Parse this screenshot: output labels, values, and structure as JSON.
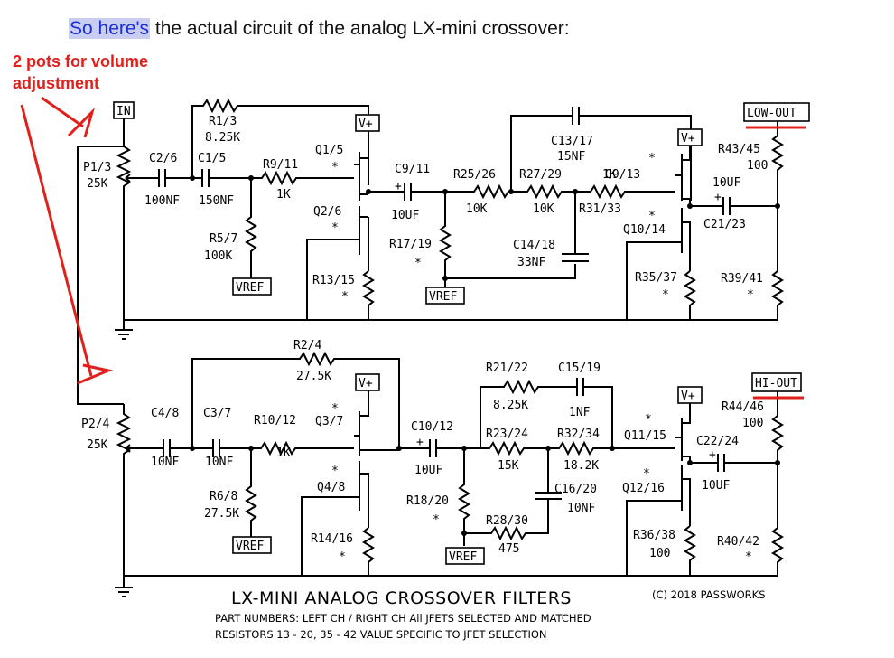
{
  "intro": {
    "highlight": "So here's",
    "rest": " the actual circuit of the analog LX-mini crossover:"
  },
  "annotation": {
    "line1": "2 pots for volume",
    "line2": "adjustment",
    "color": "#e0201b"
  },
  "colors": {
    "highlight_bg": "#c9cdf2",
    "highlight_text": "#1a2fd6",
    "annotation": "#e0201b"
  },
  "schematic": {
    "top": {
      "in": "IN",
      "vplus": "V+",
      "vref": "VREF",
      "out": "LOW-OUT",
      "pot": "P1/3",
      "pot_value": "25K",
      "c2": "C2/6",
      "c2_value": "100NF",
      "c1": "C1/5",
      "c1_value": "150NF",
      "r1": "R1/3",
      "r1_value": "8.25K",
      "r9": "R9/11",
      "r9_value": "1K",
      "r5": "R5/7",
      "r5_value": "100K",
      "q1": "Q1/5",
      "q2": "Q2/6",
      "r13": "R13/15",
      "c9": "C9/11",
      "c9_value": "10UF",
      "r17": "R17/19",
      "r25": "R25/26",
      "r25_value": "10K",
      "r27": "R27/29",
      "r27_value": "10K",
      "c13": "C13/17",
      "c13_value": "15NF",
      "c14": "C14/18",
      "c14_value": "33NF",
      "r31": "R31/33",
      "r31_value": "1K",
      "q9": "Q9/13",
      "q10": "Q10/14",
      "r35": "R35/37",
      "c21": "C21/23",
      "c21_value": "10UF",
      "r43": "R43/45",
      "r43_value": "100",
      "r39": "R39/41",
      "star": "*"
    },
    "bottom": {
      "vplus": "V+",
      "vref": "VREF",
      "out": "HI-OUT",
      "pot": "P2/4",
      "pot_value": "25K",
      "c4": "C4/8",
      "c4_value": "10NF",
      "c3": "C3/7",
      "c3_value": "10NF",
      "r2": "R2/4",
      "r2_value": "27.5K",
      "r10": "R10/12",
      "r10_value": "1K",
      "r6": "R6/8",
      "r6_value": "27.5K",
      "q3": "Q3/7",
      "q4": "Q4/8",
      "r14": "R14/16",
      "c10": "C10/12",
      "c10_value": "10UF",
      "r18": "R18/20",
      "r21": "R21/22",
      "r21_value": "8.25K",
      "c15": "C15/19",
      "c15_value": "1NF",
      "r23": "R23/24",
      "r23_value": "15K",
      "r32": "R32/34",
      "r32_value": "18.2K",
      "c16": "C16/20",
      "c16_value": "10NF",
      "r28": "R28/30",
      "r28_value": "475",
      "q11": "Q11/15",
      "q12": "Q12/16",
      "r36": "R36/38",
      "r36_value": "100",
      "c22": "C22/24",
      "c22_value": "10UF",
      "r44": "R44/46",
      "r44_value": "100",
      "r40": "R40/42",
      "star": "*"
    },
    "footer": {
      "title": "LX-MINI ANALOG CROSSOVER FILTERS",
      "copyright": "(C) 2018 PASSWORKS",
      "parts": "PART NUMBERS:  LEFT CH / RIGHT CH     All JFETS SELECTED AND MATCHED",
      "resistors": "RESISTORS 13 - 20,  35 - 42 VALUE SPECIFIC TO JFET SELECTION"
    }
  }
}
